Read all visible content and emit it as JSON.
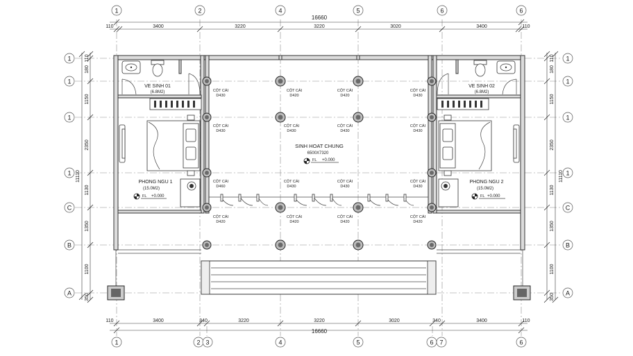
{
  "grid": {
    "vertical_labels": [
      "1",
      "2",
      "3",
      "4",
      "5",
      "6",
      "7",
      "6"
    ],
    "horizontal_labels": [
      "1",
      "1",
      "1",
      "1",
      "C",
      "B",
      "A"
    ]
  },
  "dimensions": {
    "top_total": "16660",
    "top_segments": [
      "110",
      "3400",
      "3220",
      "3220",
      "3020",
      "3400",
      "110"
    ],
    "bottom_total": "16660",
    "bottom_segments": [
      "110",
      "3400",
      "340",
      "3220",
      "3220",
      "3020",
      "340",
      "3400",
      "110"
    ],
    "side_total": "11110",
    "side_segments": [
      "110",
      "180",
      "1150",
      "2350",
      "1130",
      "1350",
      "1100",
      "350"
    ]
  },
  "rooms": {
    "wc1_name": "VE SINH 01",
    "wc1_area": "(6.8M2)",
    "wc2_name": "VE SINH 02",
    "wc2_area": "(6.8M2)",
    "living_name": "SINH HOAT CHUNG",
    "living_size": "6500X7320",
    "living_level": "+0.000",
    "bed1_name": "PHONG NGU 1",
    "bed1_area": "(15.0M2)",
    "bed1_level": "+0.000",
    "bed2_name": "PHONG NGU 2",
    "bed2_area": "(15.0M2)",
    "bed2_level": "+0.000",
    "level_prefix": "FL"
  },
  "column_label": {
    "title": "CỘT CÁI",
    "size_a": "D430",
    "size_b": "D420",
    "size_c": "D460"
  }
}
